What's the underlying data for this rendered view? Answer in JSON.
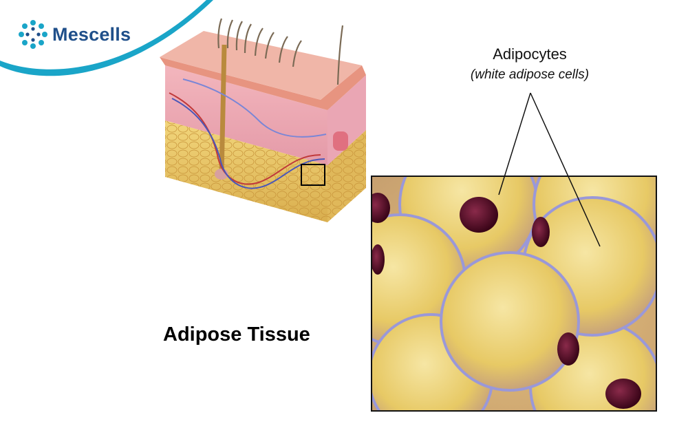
{
  "brand": {
    "name": "Mescells",
    "color": "#1f4f8a",
    "accent": "#1aa5c8"
  },
  "labels": {
    "title": "Adipocytes",
    "subtitle": "(white adipose cells)"
  },
  "main_title": "Adipose Tissue",
  "colors": {
    "fat_yellow": "#e8c86a",
    "membrane": "#8f8fd0",
    "nucleus": "#5a0d2a",
    "skin_pink": "#e9a0a8"
  }
}
